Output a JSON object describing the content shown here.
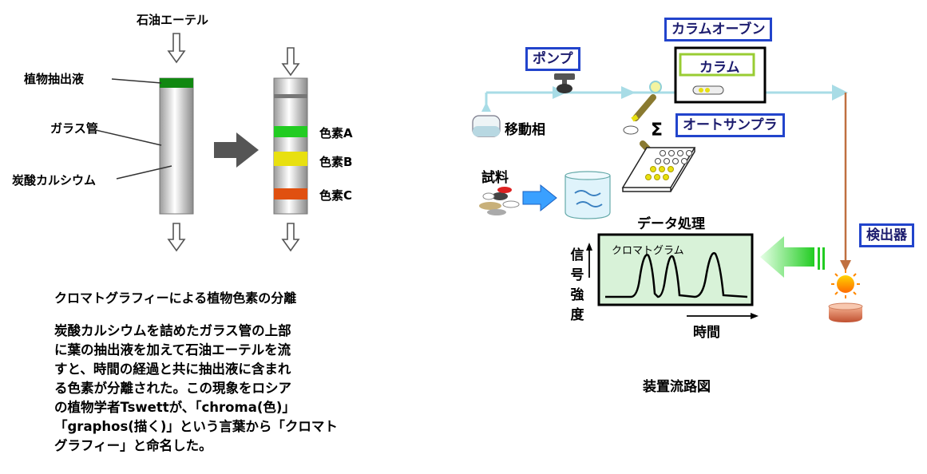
{
  "left_diagram": {
    "solvent_label": "石油エーテル",
    "extract_label": "植物抽出液",
    "tube_label": "ガラス管",
    "packing_label": "炭酸カルシウム",
    "pigments": [
      {
        "label": "色素A",
        "color": "#22cc22"
      },
      {
        "label": "色素B",
        "color": "#e8e010"
      },
      {
        "label": "色素C",
        "color": "#e05010"
      }
    ],
    "extract_color": "#118811"
  },
  "caption": {
    "title": "クロマトグラフィーによる植物色素の分離",
    "lines": [
      "炭酸カルシウムを詰めたガラス管の上部",
      "に葉の抽出液を加えて石油エーテルを流",
      "すと、時間の経過と共に抽出液に含まれ",
      "る色素が分離された。この現象をロシア",
      "の植物学者Tswettが、「chroma(色)」",
      "「graphos(描く)」という言葉から「クロマト",
      "グラフィー」と命名した。"
    ]
  },
  "right_diagram": {
    "column_oven": "カラムオーブン",
    "pump": "ポンプ",
    "column": "カラム",
    "autosampler": "オートサンプラ",
    "mobile_phase": "移動相",
    "sample": "試料",
    "detector": "検出器",
    "data_processing": "データ処理",
    "chromatogram": "クロマトグラム",
    "y_axis_chars": [
      "信",
      "号",
      "強",
      "度"
    ],
    "x_axis": "時間",
    "figure_caption": "装置流路図"
  },
  "colors": {
    "box_border": "#2244cc",
    "flow_line": "#a8dce6",
    "column_green": "#99cc33",
    "chromatogram_bg": "#d8f2d8",
    "detector_arrow": "#22cc22",
    "detector_line": "#c07040"
  }
}
